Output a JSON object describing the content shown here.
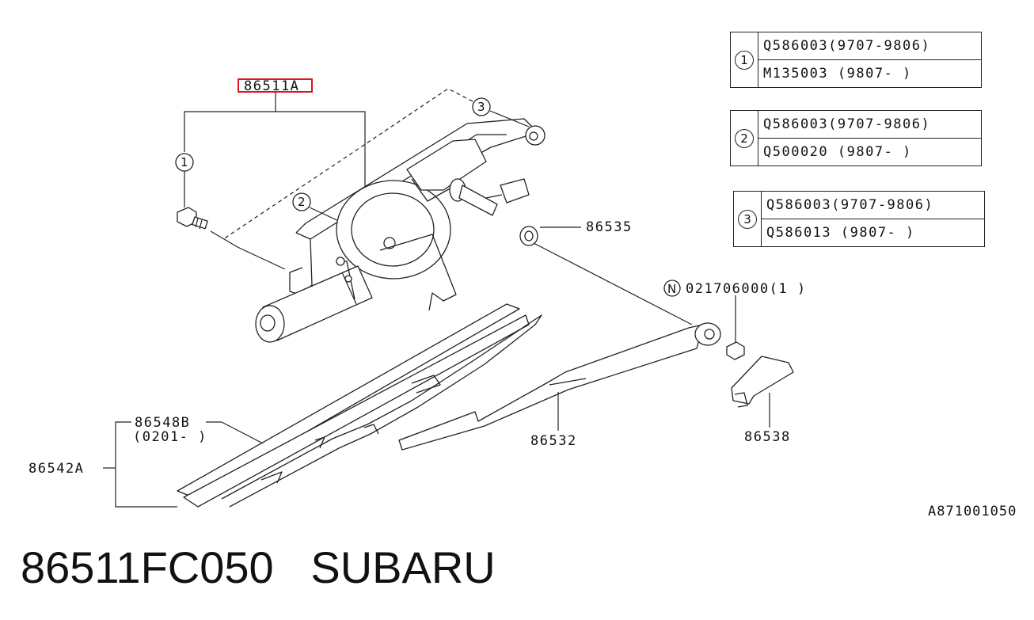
{
  "diagram": {
    "id": "A871001050",
    "labels": {
      "motor_assembly": "86511A",
      "cap": "86535",
      "nut_spec": "021706000(1 )",
      "nut_marker": "N",
      "arm": "86532",
      "arm_cover": "86538",
      "blade_assembly": "86542A",
      "blade_rubber": "86548B",
      "blade_rubber_date": "(0201-   )"
    },
    "callouts": [
      "1",
      "2",
      "3"
    ],
    "highlight_color": "#e0141e"
  },
  "ref_tables": [
    {
      "key": "1",
      "rows": [
        "Q586003(9707-9806)",
        "M135003 (9807-    )"
      ]
    },
    {
      "key": "2",
      "rows": [
        "Q586003(9707-9806)",
        "Q500020 (9807-    )"
      ]
    },
    {
      "key": "3",
      "rows": [
        "Q586003(9707-9806)",
        "Q586013 (9807-    )"
      ]
    }
  ],
  "footer": {
    "part_number": "86511FC050",
    "brand": "SUBARU"
  }
}
